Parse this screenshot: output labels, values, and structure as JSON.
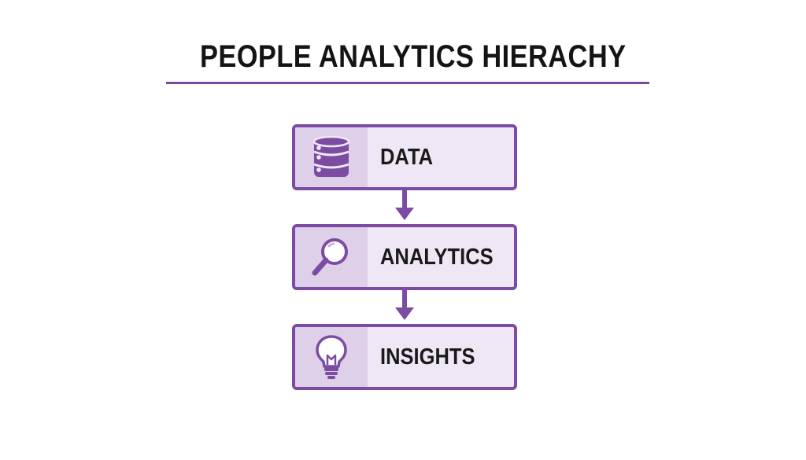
{
  "title": "PEOPLE ANALYTICS HIERACHY",
  "colors": {
    "accent": "#7c4ca2",
    "box_fill": "#efe7f5",
    "icon_panel_fill": "#ddd0e8",
    "text": "#1a1a1a"
  },
  "steps": [
    {
      "label": "DATA",
      "icon": "database-icon"
    },
    {
      "label": "ANALYTICS",
      "icon": "magnifying-glass-icon"
    },
    {
      "label": "INSIGHTS",
      "icon": "lightbulb-icon"
    }
  ]
}
